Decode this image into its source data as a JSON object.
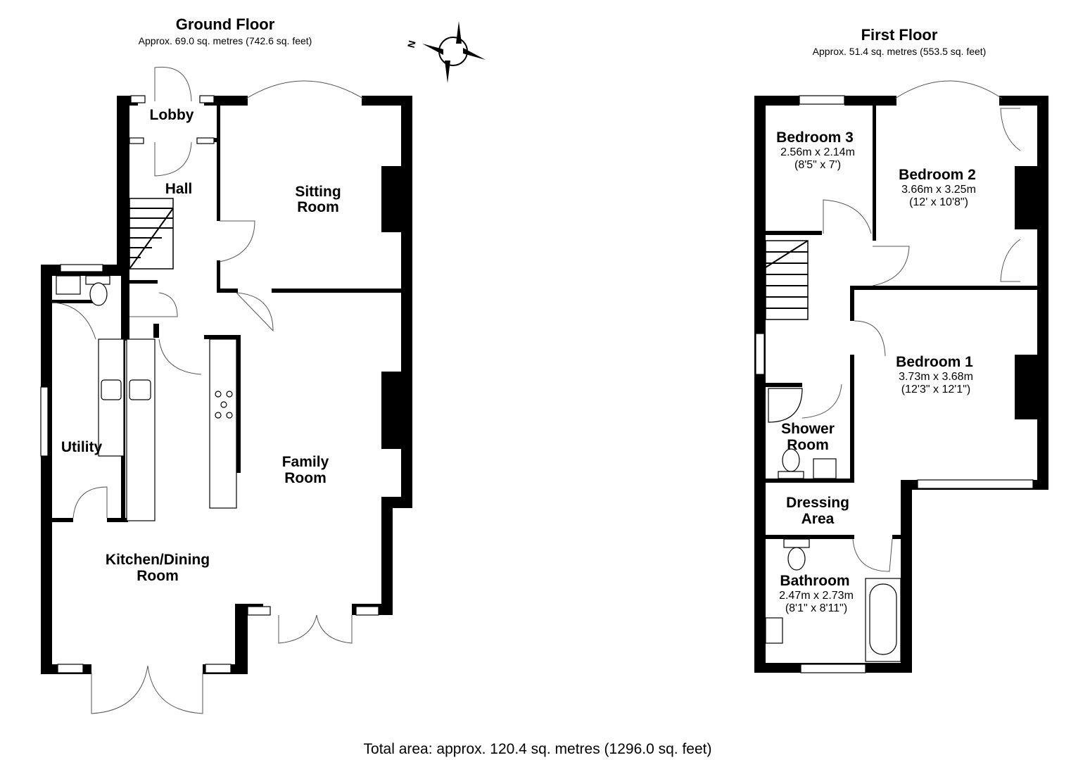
{
  "ground_floor": {
    "title": "Ground Floor",
    "area": "Approx. 69.0 sq. metres (742.6 sq. feet)",
    "rooms": {
      "lobby": "Lobby",
      "hall": "Hall",
      "sitting_1": "Sitting",
      "sitting_2": "Room",
      "utility": "Utility",
      "family_1": "Family",
      "family_2": "Room",
      "kitchen_1": "Kitchen/Dining",
      "kitchen_2": "Room"
    }
  },
  "first_floor": {
    "title": "First Floor",
    "area": "Approx. 51.4 sq. metres (553.5 sq. feet)",
    "rooms": {
      "bed3": {
        "name": "Bedroom 3",
        "metric": "2.56m x 2.14m",
        "imperial": "(8'5\" x 7')"
      },
      "bed2": {
        "name": "Bedroom 2",
        "metric": "3.66m x 3.25m",
        "imperial": "(12' x 10'8\")"
      },
      "bed1": {
        "name": "Bedroom 1",
        "metric": "3.73m x 3.68m",
        "imperial": "(12'3\" x 12'1\")"
      },
      "shower_1": "Shower",
      "shower_2": "Room",
      "dressing_1": "Dressing",
      "dressing_2": "Area",
      "bath": {
        "name": "Bathroom",
        "metric": "2.47m x 2.73m",
        "imperial": "(8'1\" x 8'11\")"
      }
    }
  },
  "compass": {
    "label": "N"
  },
  "total_area": "Total area: approx. 120.4 sq. metres (1296.0 sq. feet)"
}
